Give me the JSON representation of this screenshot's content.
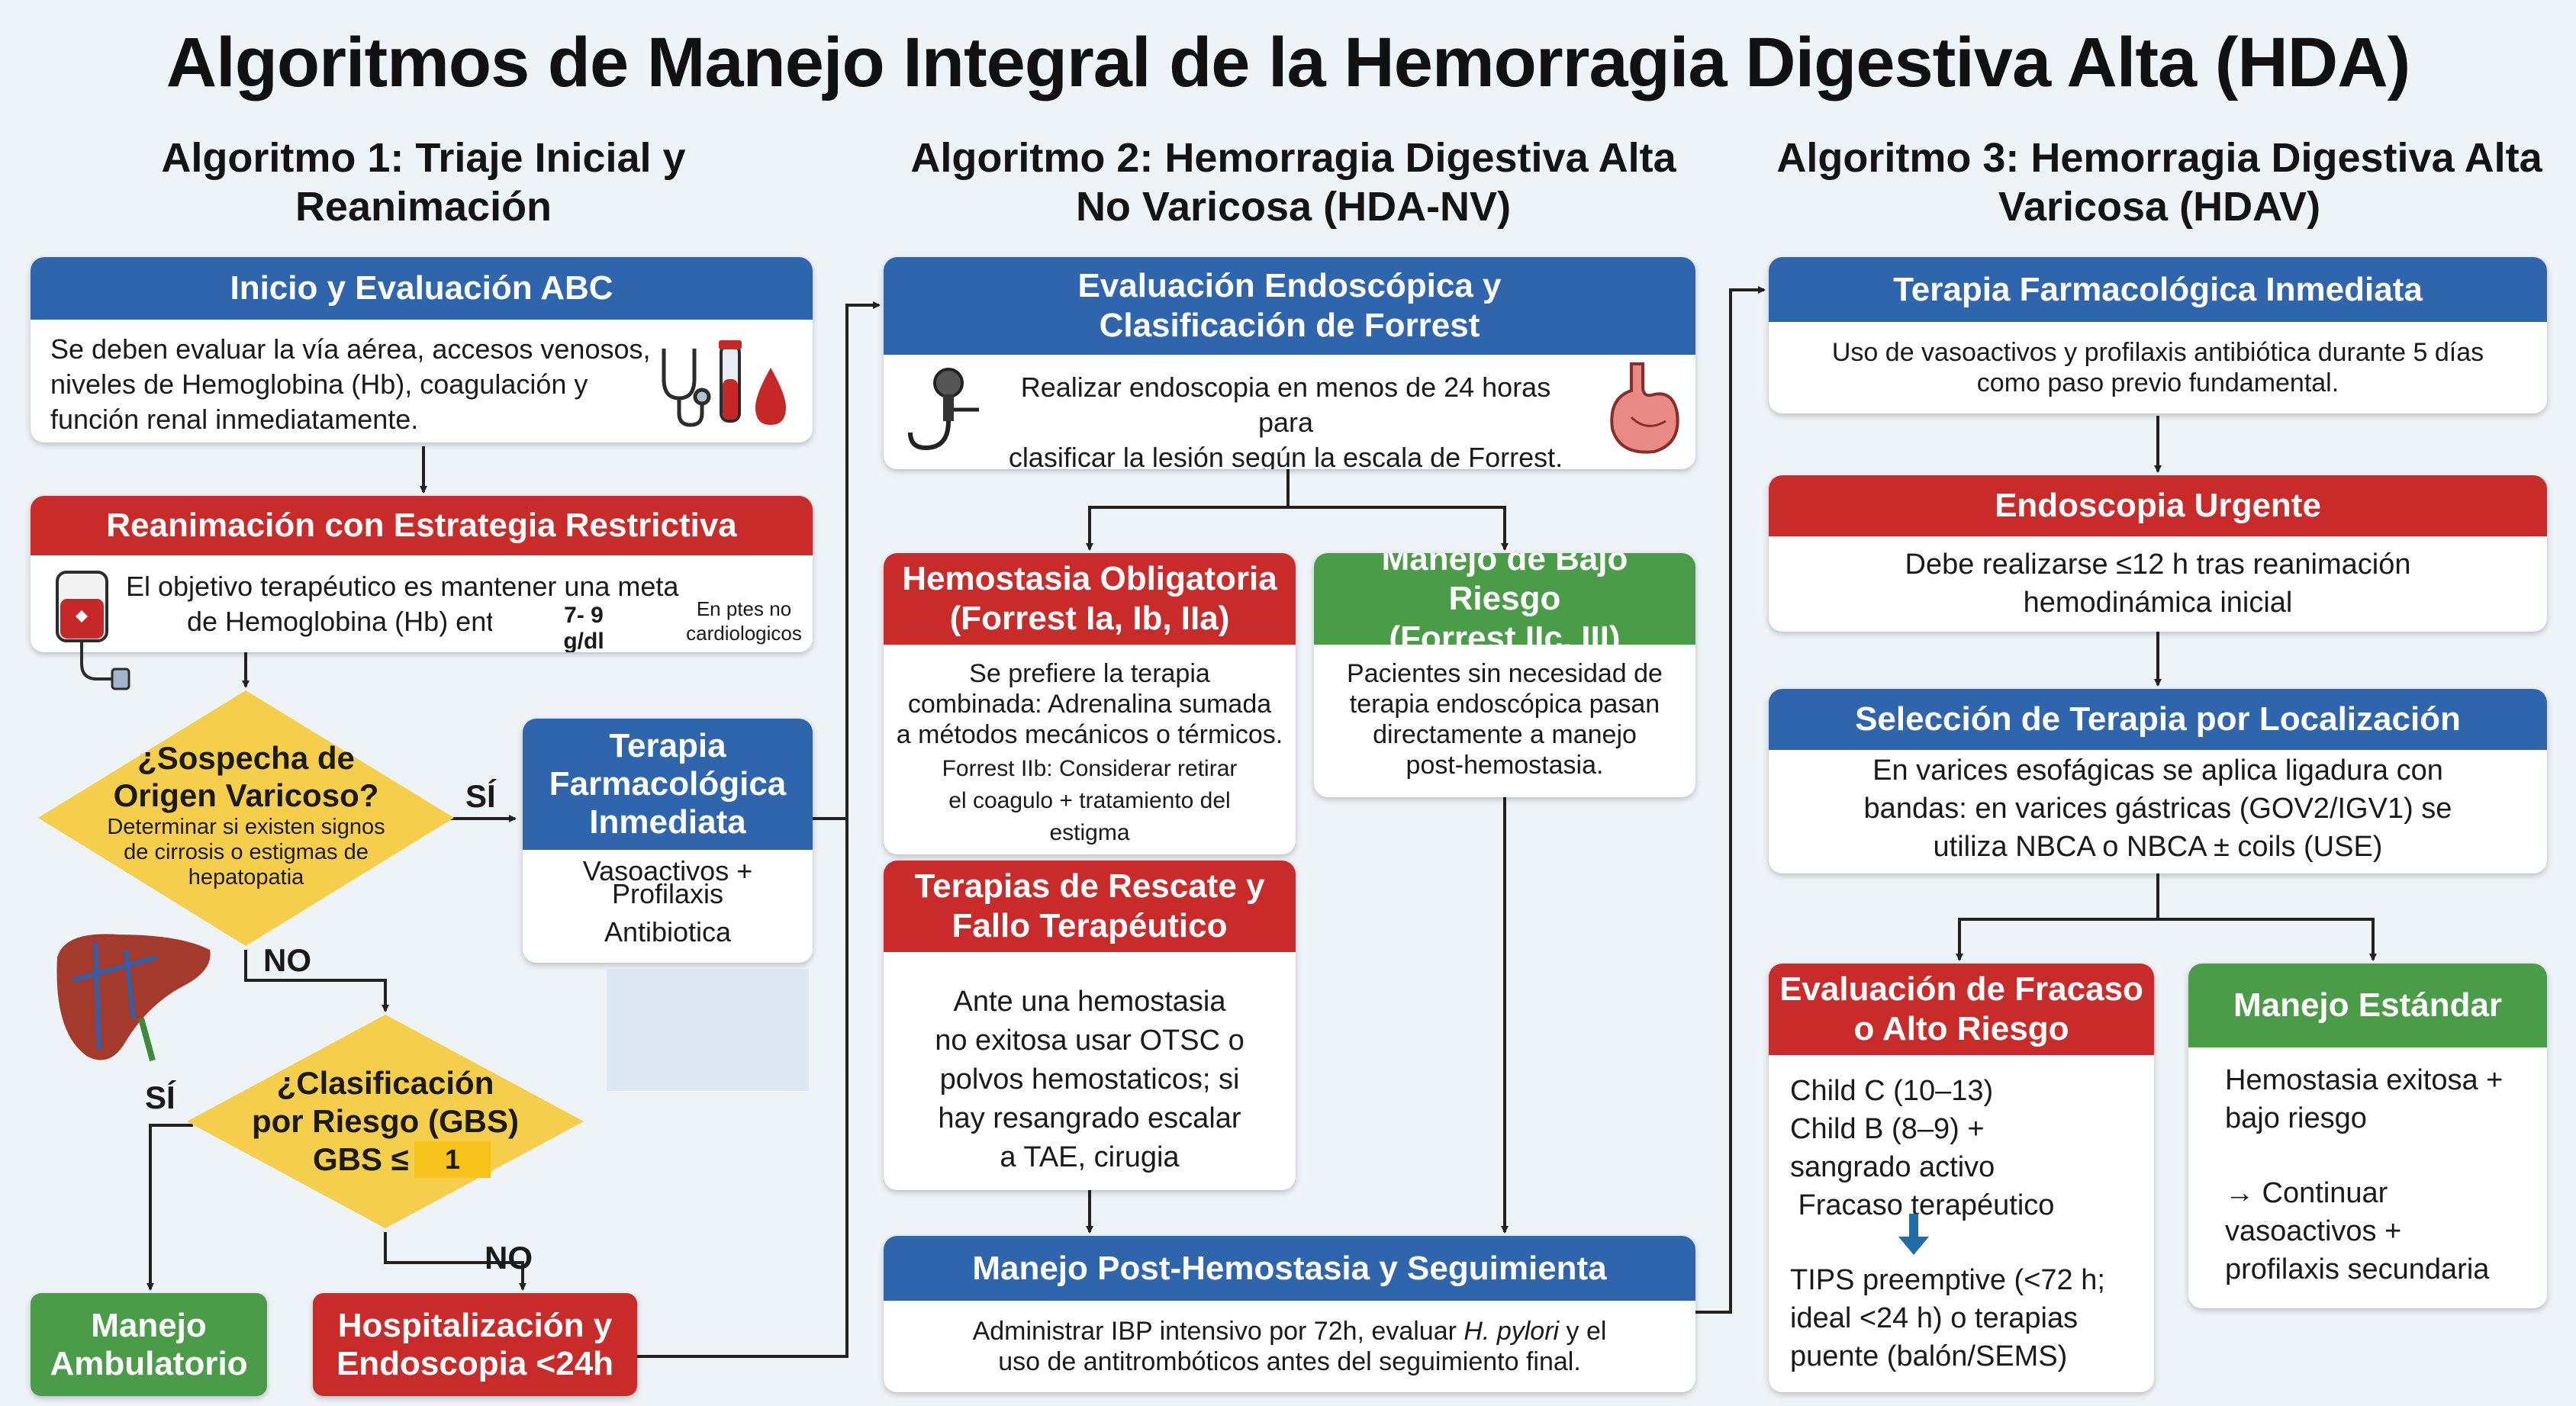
{
  "title": "Algoritmos de Manejo Integral de la Hemorragia Digestiva Alta (HDA)",
  "columns": {
    "c1": {
      "title": "Algoritmo 1: Triaje Inicial y Reanimación"
    },
    "c2": {
      "title_line1": "Algoritmo 2: Hemorragia Digestiva Alta",
      "title_line2": "No Varicosa (HDA-NV)"
    },
    "c3": {
      "title_line1": "Algoritmo 3: Hemorragia Digestiva Alta",
      "title_line2": "Varicosa (HDAV)"
    }
  },
  "a1": {
    "inicio": {
      "header": "Inicio y Evaluación ABC",
      "l1": "Se deben evaluar la vía aérea, accesos venosos,",
      "l2": "niveles de Hemoglobina (Hb), coagulación y",
      "l3": "función renal inmediatamente."
    },
    "reanim": {
      "header": "Reanimación con Estrategia Restrictiva",
      "l1": "El objetivo terapéutico es mantener una meta",
      "l2": "de Hemoglobina (Hb) entre",
      "val1": "7- 9",
      "val2": "g/dl",
      "note1": "En ptes no",
      "note2": "cardiologicos"
    },
    "sospecha": {
      "q1": "¿Sospecha de",
      "q2": "Origen Varicoso?",
      "s1": "Determinar si existen signos",
      "s2": "de cirrosis o estigmas de",
      "s3": "hepatopatia"
    },
    "terapia": {
      "h1": "Terapia",
      "h2": "Farmacológica",
      "h3": "Inmediata",
      "b1": "Vasoactivos +",
      "b2": "Profilaxis",
      "b3": "Antibiotica"
    },
    "clasif": {
      "q1": "¿Clasificación",
      "q2": "por Riesgo (GBS)",
      "q3": "GBS ≤",
      "val": "1"
    },
    "ambulatorio": {
      "l1": "Manejo",
      "l2": "Ambulatorio"
    },
    "hospital": {
      "l1": "Hospitalización y",
      "l2": "Endoscopia <24h"
    },
    "labels": {
      "si1": "SÍ",
      "no1": "NO",
      "si2": "SÍ",
      "no2": "NO"
    }
  },
  "a2": {
    "eval": {
      "h1": "Evaluación Endoscópica y",
      "h2": "Clasificación de Forrest",
      "l1": "Realizar endoscopia en menos de 24 horas para",
      "l2": "clasificar la lesión según la escala de Forrest."
    },
    "hemostasia": {
      "h1": "Hemostasia Obligatoria",
      "h2": "(Forrest Ia, Ib, IIa)",
      "l1": "Se prefiere la terapia",
      "l2": "combinada: Adrenalina sumada",
      "l3": "a métodos mecánicos o térmicos.",
      "n1": "Forrest IIb: Considerar retirar",
      "n2": "el coagulo + tratamiento  del",
      "n3": "estigma"
    },
    "bajo": {
      "h1": "Manejo de Bajo Riesgo",
      "h2": "(Forrest IIc, III)",
      "l1": "Pacientes sin necesidad de",
      "l2": "terapia endoscópica pasan",
      "l3": "directamente a manejo",
      "l4": "post-hemostasia."
    },
    "rescate": {
      "h1": "Terapias de Rescate y",
      "h2": "Fallo Terapéutico",
      "l1": "Ante una hemostasia",
      "l2": "no exitosa usar OTSC o",
      "l3": "polvos hemostaticos; si",
      "l4": "hay resangrado escalar",
      "l5": "a TAE, cirugia"
    },
    "post": {
      "header": "Manejo Post-Hemostasia y Seguimienta",
      "l1a": "Administrar IBP intensivo por 72h, evaluar ",
      "l1b": "H. pylori",
      "l1c": " y el",
      "l2": "uso de antitrombóticos antes del seguimiento final."
    }
  },
  "a3": {
    "terapia": {
      "header": "Terapia Farmacológica Inmediata",
      "l1": "Uso de vasoactivos y profilaxis antibiótica durante 5 días",
      "l2": "como paso previo fundamental."
    },
    "endo": {
      "header": "Endoscopia Urgente",
      "l1": "Debe realizarse ≤12 h tras reanimación",
      "l2": "hemodinámica inicial"
    },
    "seleccion": {
      "header": "Selección de Terapia por Localización",
      "l1": "En varices esofágicas se aplica ligadura con",
      "l2": "bandas: en varices gástricas (GOV2/IGV1) se",
      "l3": "utiliza  NBCA o NBCA ± coils (USE)"
    },
    "fracaso": {
      "h1": "Evaluación de Fracaso",
      "h2": "o Alto Riesgo",
      "l1": "Child C (10–13)",
      "l2": "Child B (8–9) +",
      "l3": "sangrado activo",
      "l4": " Fracaso terapéutico",
      "l5": "TIPS preemptive (<72 h;",
      "l6": "ideal <24 h) o terapias",
      "l7": "puente (balón/SEMS)"
    },
    "estandar": {
      "header": "Manejo Estándar",
      "l1": "Hemostasia exitosa +",
      "l2": "bajo riesgo",
      "l3": "→ Continuar",
      "l4": "vasoactivos +",
      "l5": "profilaxis secundaria"
    }
  },
  "colors": {
    "blue": "#2e65ad",
    "red": "#c92a2a",
    "green": "#4a9c48",
    "diamond": "#f5cf4b",
    "highlight": "#f6c31b"
  },
  "icons": [
    "stethoscope-icon",
    "blood-tube-icon",
    "blood-drop-icon",
    "blood-bag-icon",
    "liver-icon",
    "endoscope-icon",
    "stomach-icon",
    "arrow-down-icon"
  ]
}
